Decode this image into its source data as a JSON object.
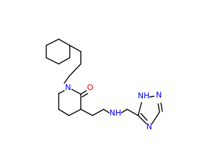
{
  "molecule": {
    "atom_labels": {
      "n_lactam": "N",
      "o_carbonyl": "O",
      "n_amine": "NH",
      "n_triazole_nh": "NH",
      "n_triazole_2": "N",
      "n_triazole_4": "N"
    },
    "colors": {
      "bond": "#000000",
      "nitrogen": "#0000ff",
      "oxygen": "#ff0000",
      "background": "#ffffff"
    }
  }
}
